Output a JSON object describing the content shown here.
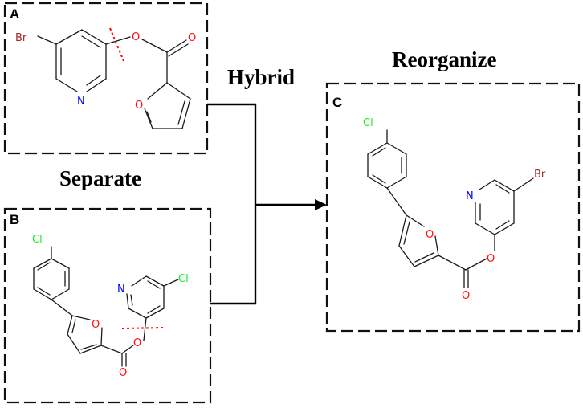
{
  "panels": {
    "a": {
      "label": "A",
      "atoms": {
        "br": "Br",
        "n": "N",
        "o_ester": "O",
        "o_carbonyl": "O",
        "o_furan": "O"
      }
    },
    "b": {
      "label": "B",
      "atoms": {
        "cl_phenyl": "Cl",
        "n": "N",
        "cl_pyridine": "Cl",
        "o_furan": "O",
        "o_ester": "O",
        "o_carbonyl": "O"
      }
    },
    "c": {
      "label": "C",
      "atoms": {
        "cl_phenyl": "Cl",
        "n": "N",
        "br": "Br",
        "o_furan": "O",
        "o_ester": "O",
        "o_carbonyl": "O"
      }
    }
  },
  "captions": {
    "hybrid": "Hybrid",
    "separate": "Separate",
    "reorganize": "Reorganize"
  },
  "colors": {
    "bond": "#1a1a1a",
    "bromine": "#a62929",
    "nitrogen": "#0000ff",
    "oxygen": "#ff0d0d",
    "chlorine": "#1fe81f",
    "cut_line": "#ff0000"
  }
}
